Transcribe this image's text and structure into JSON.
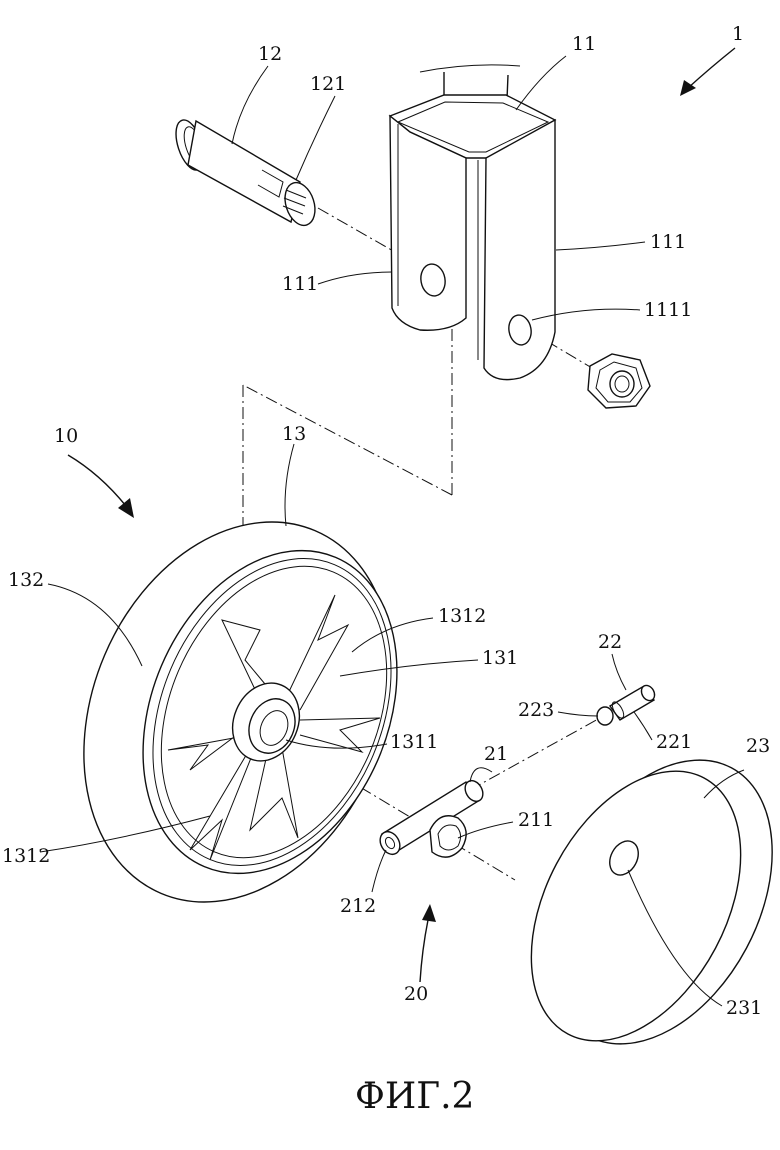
{
  "figure": {
    "caption": "ФИГ.2",
    "labels": {
      "l1": "1",
      "l10": "10",
      "l11": "11",
      "l12": "12",
      "l13": "13",
      "l20": "20",
      "l21": "21",
      "l22": "22",
      "l23": "23",
      "l111a": "111",
      "l111b": "111",
      "l121": "121",
      "l131": "131",
      "l132": "132",
      "l211": "211",
      "l212": "212",
      "l221": "221",
      "l223": "223",
      "l231": "231",
      "l1111": "1111",
      "l1311": "1311",
      "l1312a": "1312",
      "l1312b": "1312"
    }
  }
}
